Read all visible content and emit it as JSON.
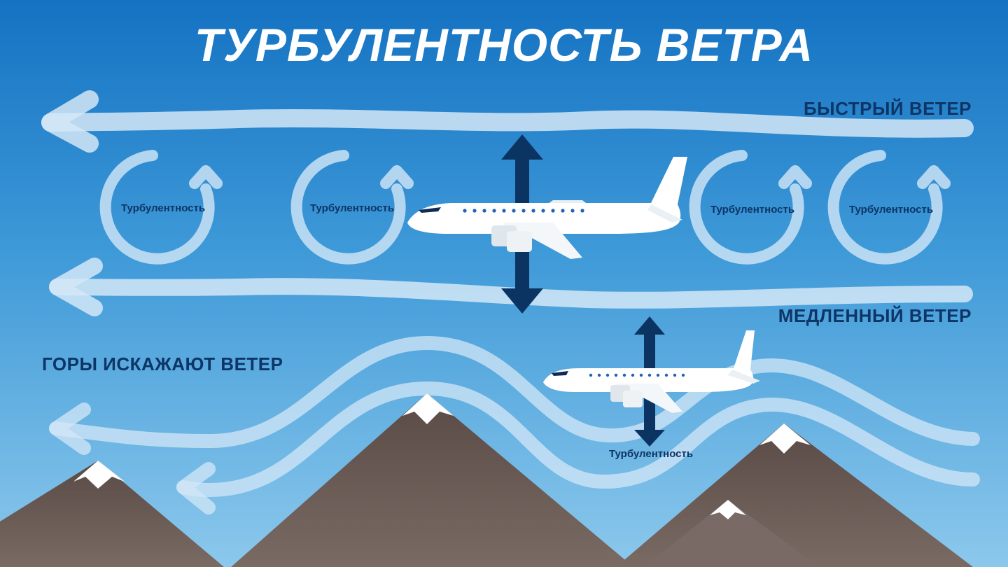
{
  "title": "Турбулентность ветра",
  "labels": {
    "fast_wind": "Быстрый ветер",
    "slow_wind": "Медленный ветер",
    "mountains_distort": "Горы искажают ветер",
    "turbulence": "Турбулентность"
  },
  "colors": {
    "sky_top": "#1472c2",
    "sky_mid": "#3f9ad8",
    "sky_bottom": "#8cc8ec",
    "label_dark": "#0d3566",
    "arrow_navy": "#0c3462",
    "wind_stream": "#cfe6f7",
    "mountain": "#6a5a55",
    "snow": "#ffffff"
  },
  "icons": [
    "airplane-icon",
    "vertical-arrow-icon",
    "circular-arrow-icon",
    "wind-arrow-icon",
    "mountain-icon"
  ]
}
